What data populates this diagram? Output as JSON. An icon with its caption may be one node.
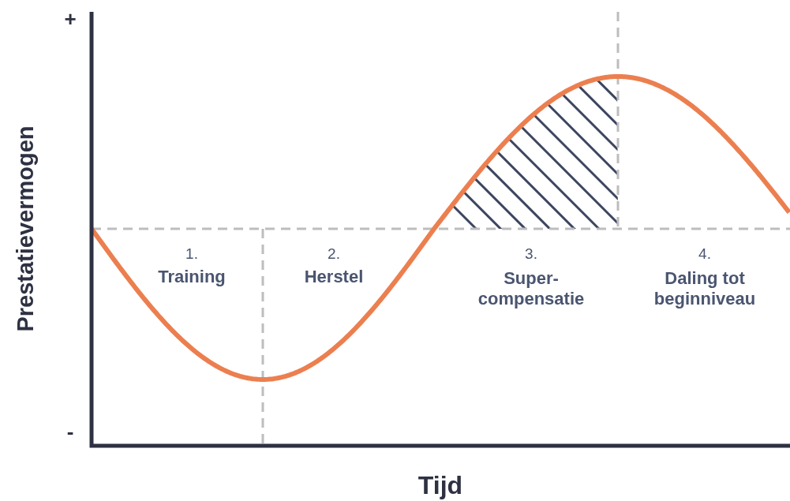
{
  "diagram": {
    "labels": [
      "+",
      "-",
      "Prestatievermogen",
      "Tijd",
      "1.",
      "Training",
      "2.",
      "Herstel",
      "3.",
      "Super- compensatie",
      "4.",
      "Daling tot beginniveau"
    ]
  }
}
